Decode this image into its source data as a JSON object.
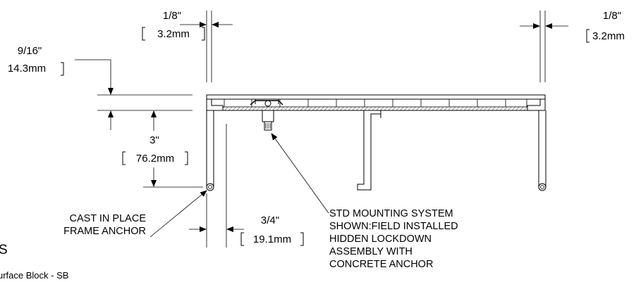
{
  "dimensions": {
    "top_left_in": "1/8\"",
    "top_left_mm": "3.2mm",
    "top_right_in": "1/8\"",
    "top_right_mm": "3.2mm",
    "grate_in": "9/16\"",
    "grate_mm": "14.3mm",
    "depth_in": "3\"",
    "depth_mm": "76.2mm",
    "anchor_in": "3/4\"",
    "anchor_mm": "19.1mm"
  },
  "notes": {
    "frame_anchor": [
      "CAST IN PLACE",
      "FRAME ANCHOR"
    ],
    "mounting": [
      "STD MOUNTING SYSTEM",
      "SHOWN:FIELD INSTALLED",
      "HIDDEN LOCKDOWN",
      "ASSEMBLY WITH",
      "CONCRETE ANCHOR"
    ]
  },
  "fragments": {
    "section_letter": "S",
    "caption": "urface Block - SB"
  }
}
